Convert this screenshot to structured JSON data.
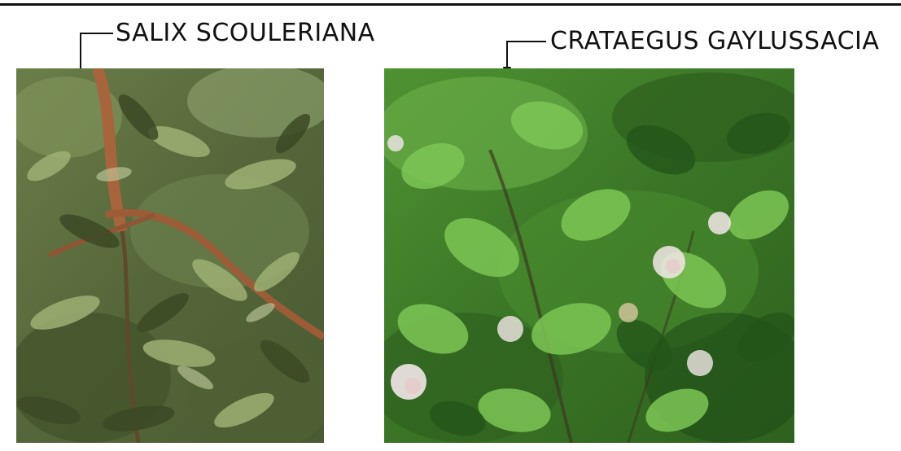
{
  "labels": {
    "left": "SALIX SCOULERIANA",
    "right": "CRATAEGUS GAYLUSSACIA"
  },
  "photos": {
    "left": {
      "subject": "salix-scouleriana-foliage",
      "colors": {
        "base": "#5d6f3c",
        "leaf_light": "#93a86a",
        "leaf_dark": "#3c4a25",
        "stem": "#a8643c"
      }
    },
    "right": {
      "subject": "crataegus-gaylussacia-foliage",
      "colors": {
        "base": "#3f7f2a",
        "leaf_light": "#6fb84a",
        "leaf_dark": "#1f4d17",
        "blossom": "#f2e8e8"
      }
    }
  }
}
